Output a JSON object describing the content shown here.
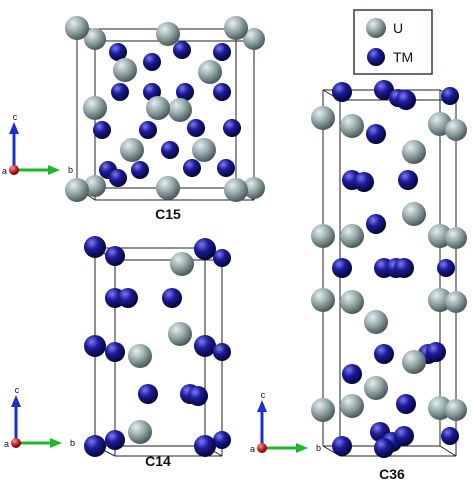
{
  "legend": {
    "items": [
      {
        "label": "U",
        "color": "#8fa3a3"
      },
      {
        "label": "TM",
        "color": "#1a1a8c"
      }
    ]
  },
  "structures": [
    {
      "label": "C15"
    },
    {
      "label": "C14"
    },
    {
      "label": "C36"
    }
  ],
  "axes": {
    "c": "c",
    "a": "a",
    "b": "b"
  },
  "colors": {
    "u_atom": "#8fa3a3",
    "tm_atom": "#1a1a8c",
    "axis_c": "#1a2fd0",
    "axis_b": "#1db82a",
    "axis_a": "#c41a1a"
  }
}
